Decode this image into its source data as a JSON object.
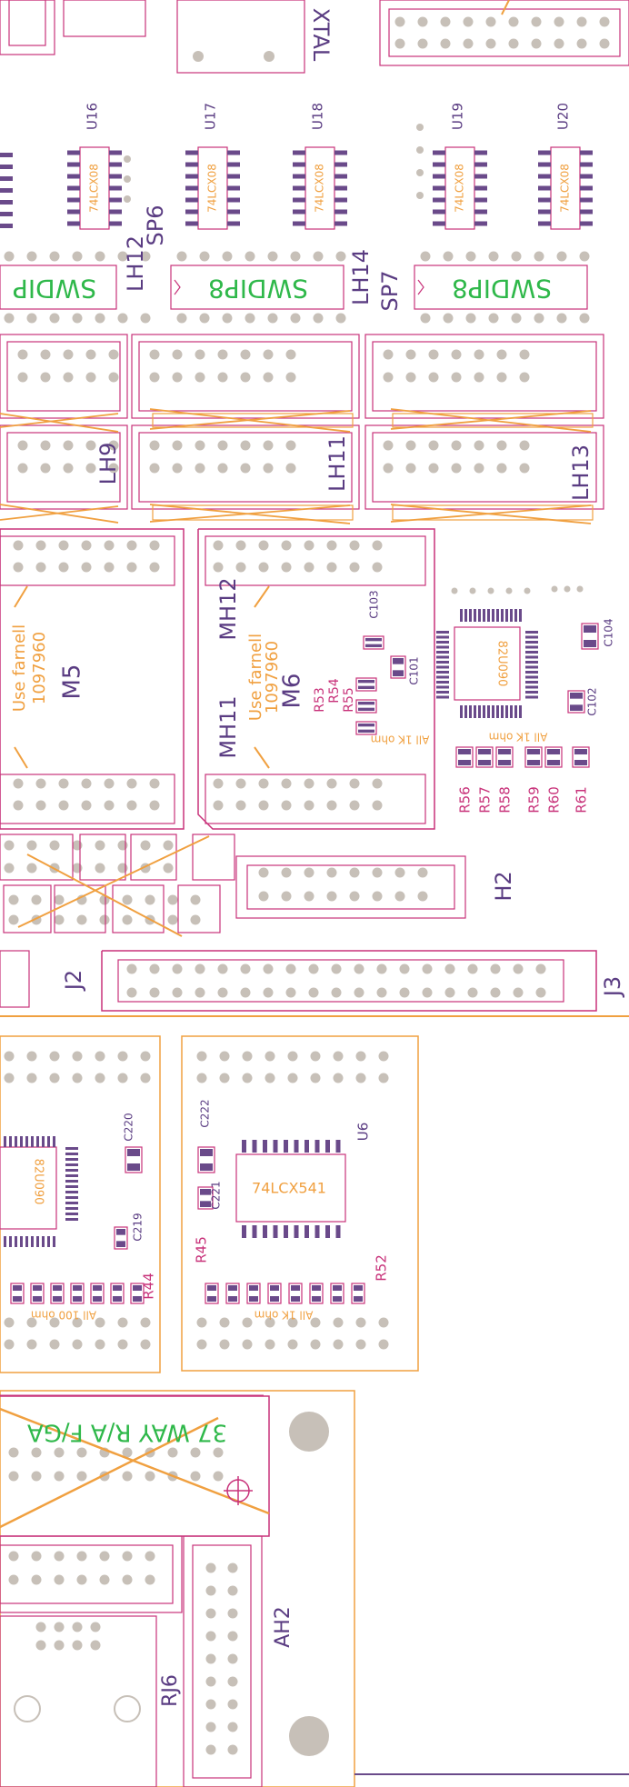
{
  "colors": {
    "outline": "#c8327a",
    "silk_orange": "#f0a040",
    "silk_green": "#2fb84a",
    "label_purple": "#5a3c82",
    "pad_grey": "#c7c0b8",
    "pin_purple": "#6a4a8a",
    "edge_orange": "#f0a040"
  },
  "labels": {
    "xtal": "XTAL",
    "u16": "U16",
    "u17": "U17",
    "u18": "U18",
    "u19": "U19",
    "u20": "U20",
    "chip_74lcx08": "74LCX08",
    "sp6": "SP6",
    "sp7": "SP7",
    "lh12": "LH12",
    "lh14": "LH14",
    "lh9": "LH9",
    "lh11": "LH11",
    "lh13": "LH13",
    "swdip8": "SWDIP8",
    "swdip_partial": "SWDIP",
    "m5": "M5",
    "m6": "M6",
    "mh11": "MH11",
    "mh12": "MH12",
    "use_farnell": "Use farnell",
    "farnell_no": "1097960",
    "c103": "C103",
    "c101": "C101",
    "c102": "C102",
    "c104": "C104",
    "r53": "R53",
    "r54": "R54",
    "r55": "R55",
    "all_1k_ohm": "All 1K ohm",
    "r56": "R56",
    "r57": "R57",
    "r58": "R58",
    "r59": "R59",
    "r60": "R60",
    "r61": "R61",
    "chip_82u090": "82U090",
    "h2": "H2",
    "j2": "J2",
    "j3": "J3",
    "c220": "C220",
    "c219": "C219",
    "c222": "C222",
    "c221": "C221",
    "r44": "R44",
    "r45": "R45",
    "r52": "R52",
    "all_100_ohm": "All 100 ohm",
    "u6": "U6",
    "chip_74lcx541": "74LCX541",
    "way37": "37 WAY R/A F/GA",
    "rj6": "RJ6",
    "ah2": "AH2"
  }
}
